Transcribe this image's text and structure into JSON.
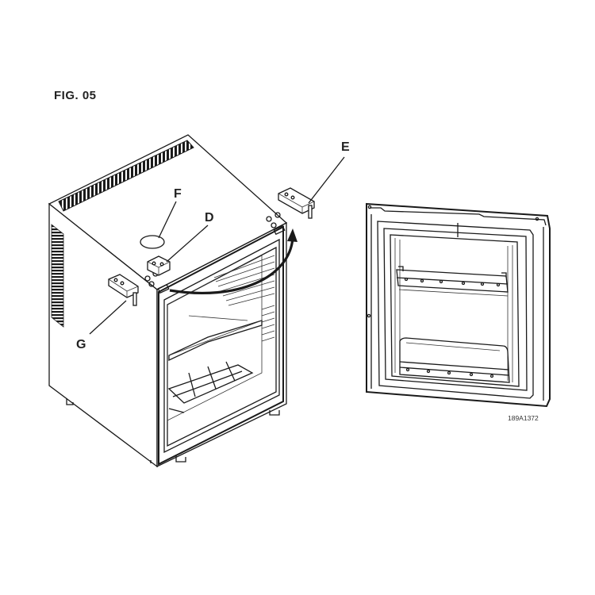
{
  "figure": {
    "title": "FIG. 05",
    "code": "189A1372"
  },
  "labels": {
    "E": "E",
    "F": "F",
    "D": "D",
    "G": "G"
  },
  "colors": {
    "line": "#1a1a1a",
    "background": "#ffffff"
  }
}
